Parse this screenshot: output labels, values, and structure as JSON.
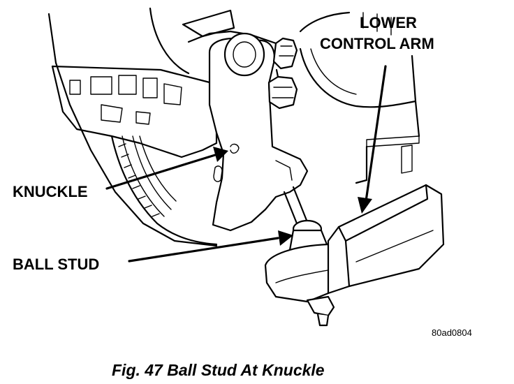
{
  "labels": {
    "lower_control_arm_line1": "LOWER",
    "lower_control_arm_line2": "CONTROL ARM",
    "knuckle": "KNUCKLE",
    "ball_stud": "BALL STUD",
    "figure_ref": "80ad0804"
  },
  "caption": "Fig. 47 Ball Stud At Knuckle",
  "colors": {
    "ink": "#000000",
    "background": "#ffffff"
  }
}
